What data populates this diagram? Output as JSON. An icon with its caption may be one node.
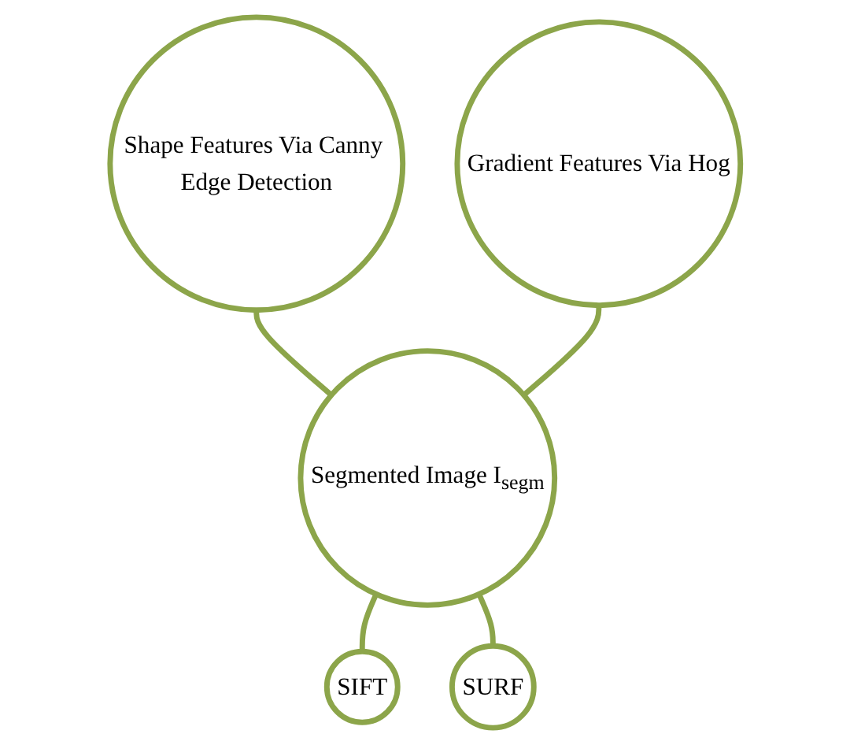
{
  "diagram": {
    "nodes": [
      {
        "text": [
          "Shape Features Via Canny Edge Detection"
        ]
      },
      {
        "text": [
          "Gradient Features Via Hog"
        ]
      },
      {
        "text": [
          "Segmented Image I$_{segm}$"
        ]
      },
      {
        "text": [
          "SIFT"
        ]
      },
      {
        "text": [
          "SURF"
        ]
      }
    ],
    "edges": [
      {
        "from": 0,
        "to": 2,
        "arrow": "none"
      },
      {
        "from": 1,
        "to": 2,
        "arrow": "none"
      },
      {
        "from": 2,
        "to": 3,
        "arrow": "none"
      },
      {
        "from": 2,
        "to": 4,
        "arrow": "none"
      }
    ]
  }
}
